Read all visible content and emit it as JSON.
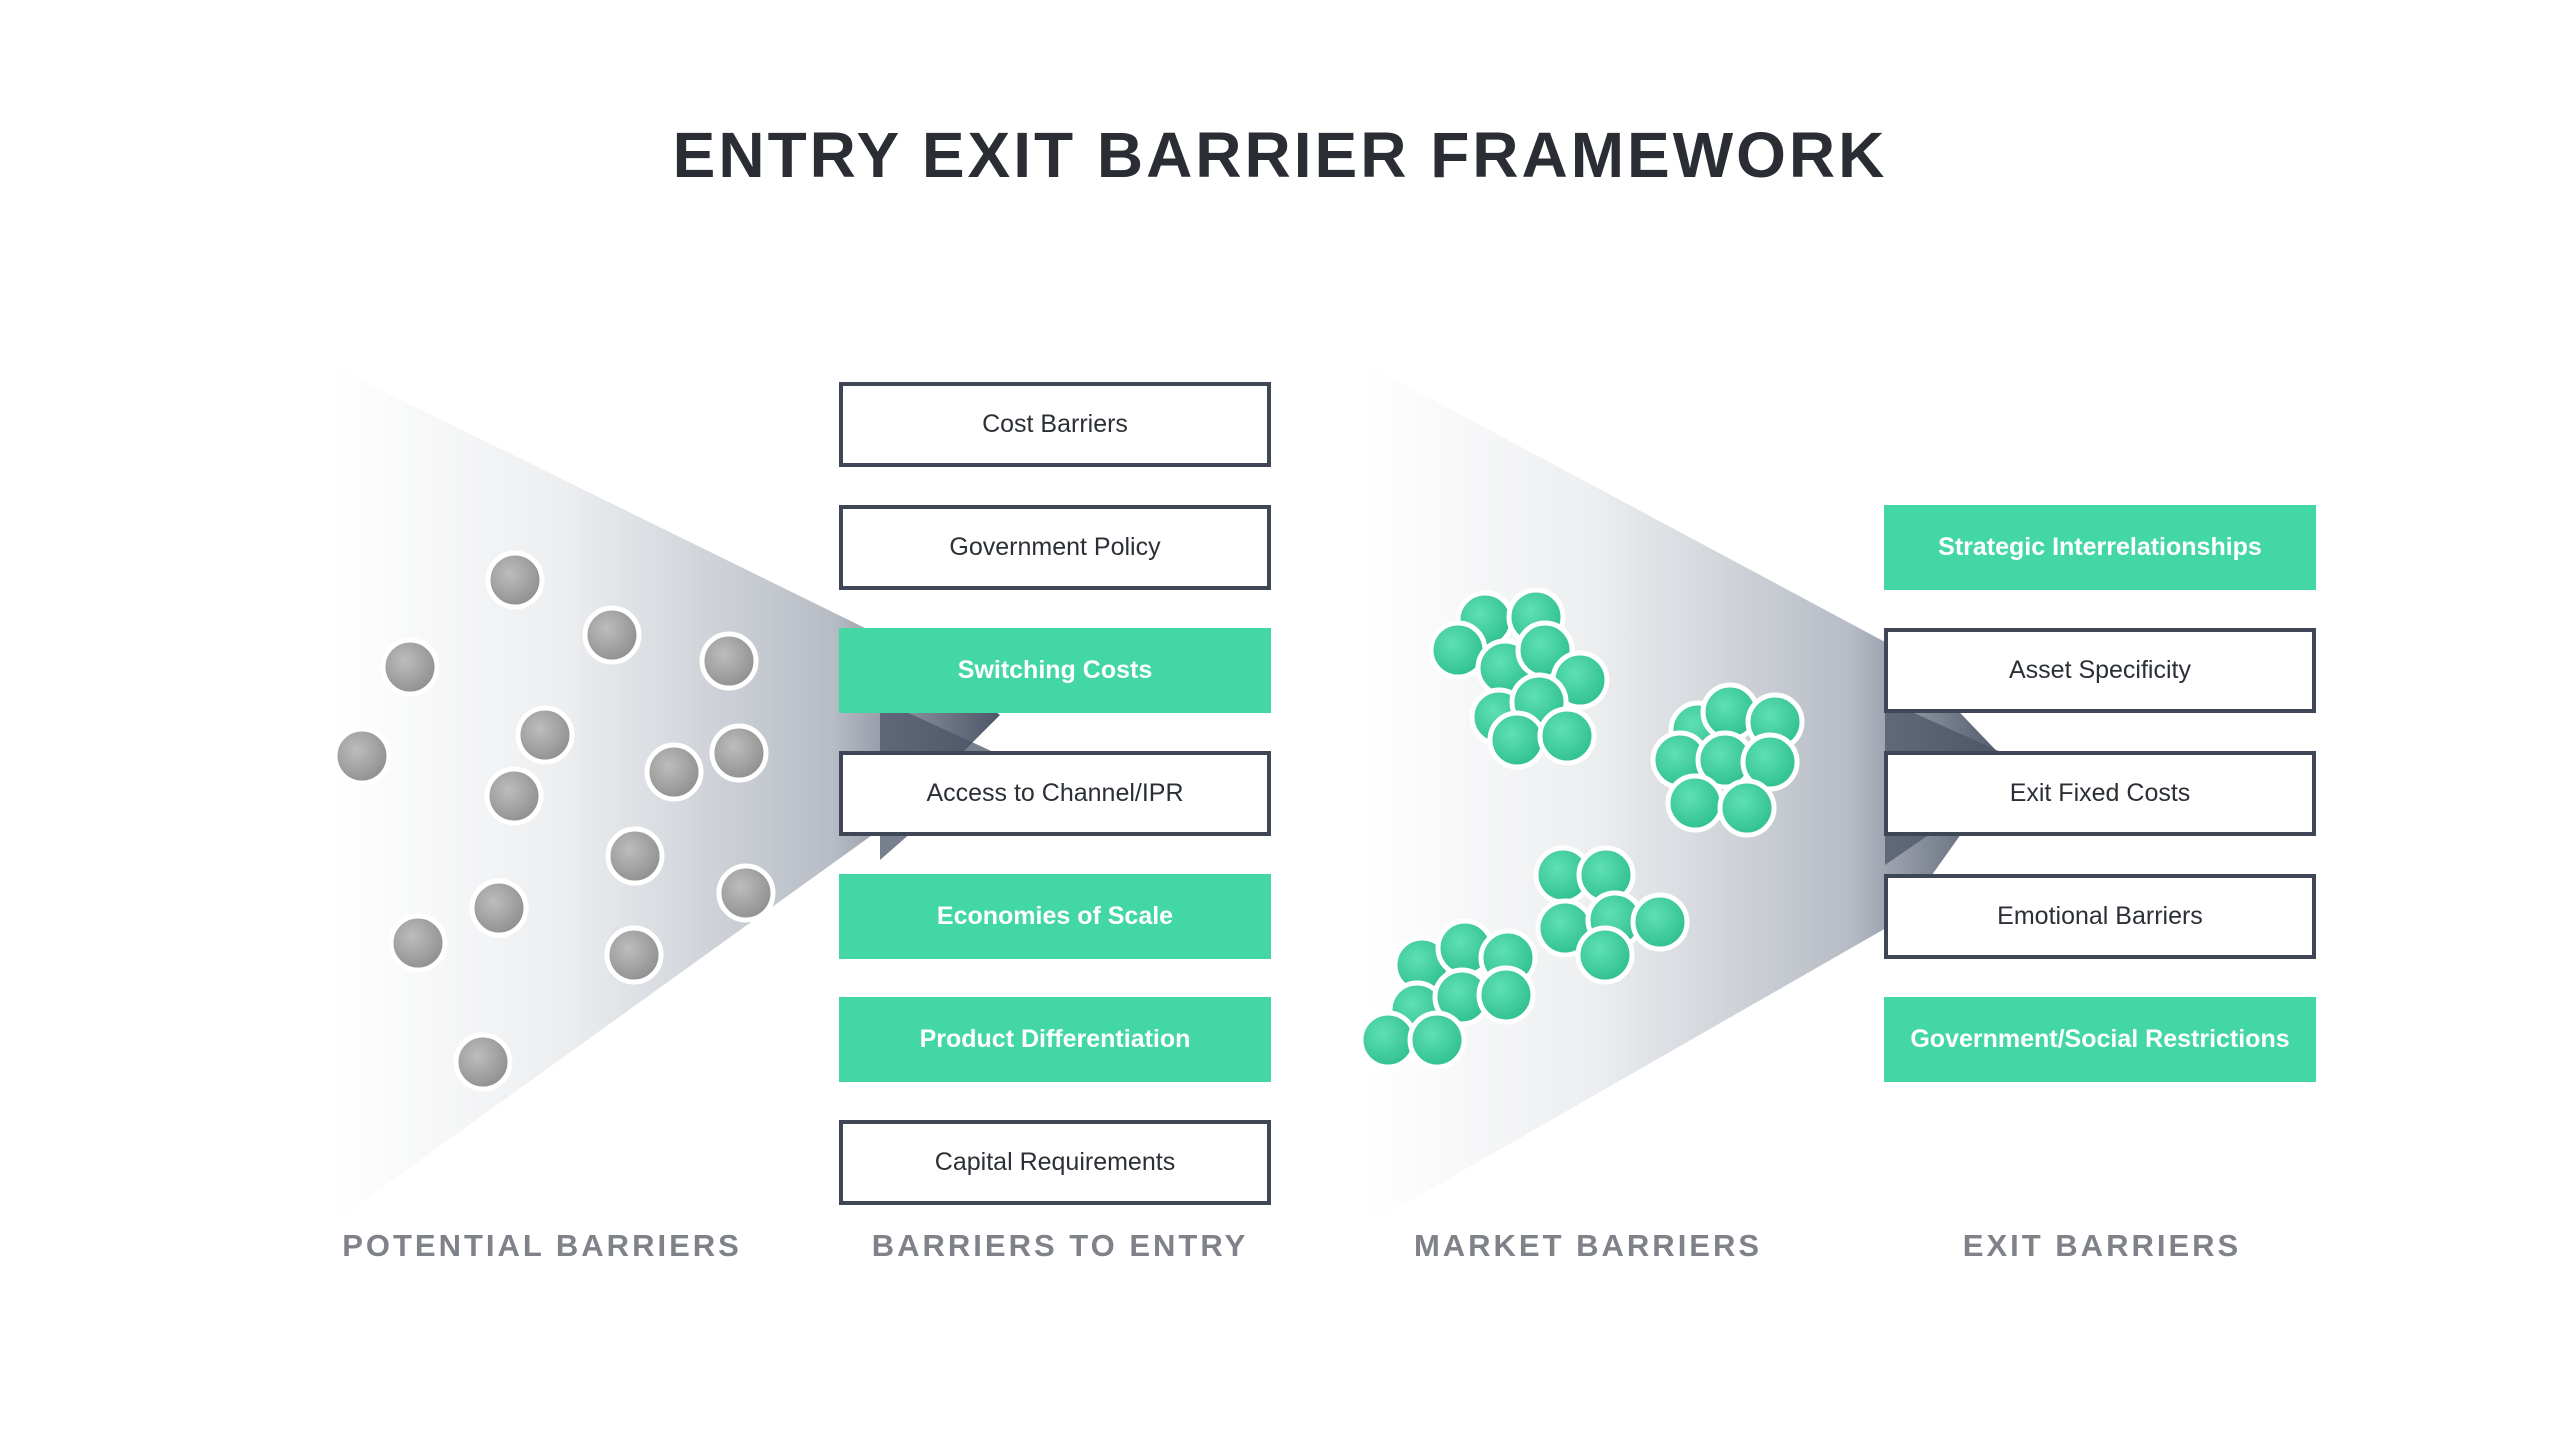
{
  "title": "ENTRY EXIT BARRIER FRAMEWORK",
  "colors": {
    "accent": "#44d7a6",
    "outline": "#3f4655",
    "grey_dot": "#999999",
    "label": "#7f8389",
    "title": "#2a2d33"
  },
  "section_labels": {
    "potential": "POTENTIAL BARRIERS",
    "entry": "BARRIERS TO ENTRY",
    "market": "MARKET BARRIERS",
    "exit": "EXIT BARRIERS"
  },
  "entry_barriers": [
    {
      "label": "Cost Barriers",
      "style": "outline"
    },
    {
      "label": "Government Policy",
      "style": "outline"
    },
    {
      "label": "Switching Costs",
      "style": "filled"
    },
    {
      "label": "Access to Channel/IPR",
      "style": "outline"
    },
    {
      "label": "Economies of Scale",
      "style": "filled"
    },
    {
      "label": "Product Differentiation",
      "style": "filled"
    },
    {
      "label": "Capital Requirements",
      "style": "outline"
    }
  ],
  "exit_barriers": [
    {
      "label": "Strategic Interrelationships",
      "style": "filled"
    },
    {
      "label": "Asset Specificity",
      "style": "outline"
    },
    {
      "label": "Exit Fixed Costs",
      "style": "outline"
    },
    {
      "label": "Emotional Barriers",
      "style": "outline"
    },
    {
      "label": "Government/Social Restrictions",
      "style": "filled"
    }
  ]
}
